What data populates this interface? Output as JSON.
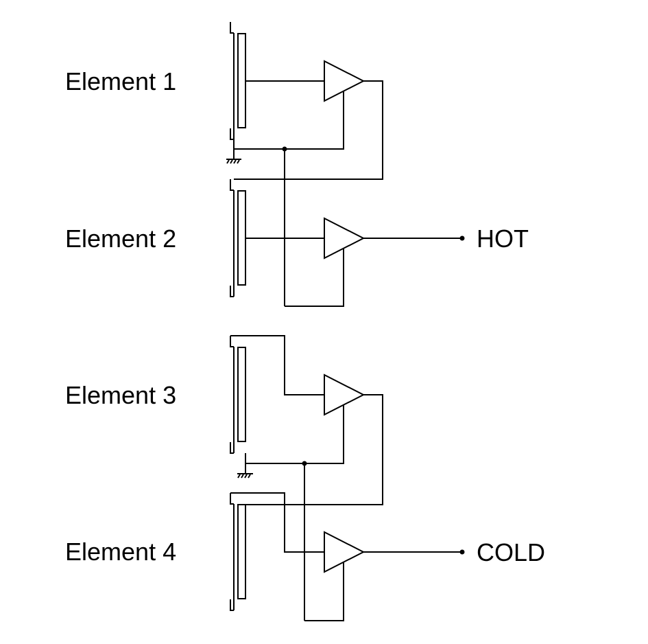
{
  "labels": {
    "element1": "Element 1",
    "element2": "Element 2",
    "element3": "Element 3",
    "element4": "Element 4",
    "hot": "HOT",
    "cold": "COLD"
  }
}
